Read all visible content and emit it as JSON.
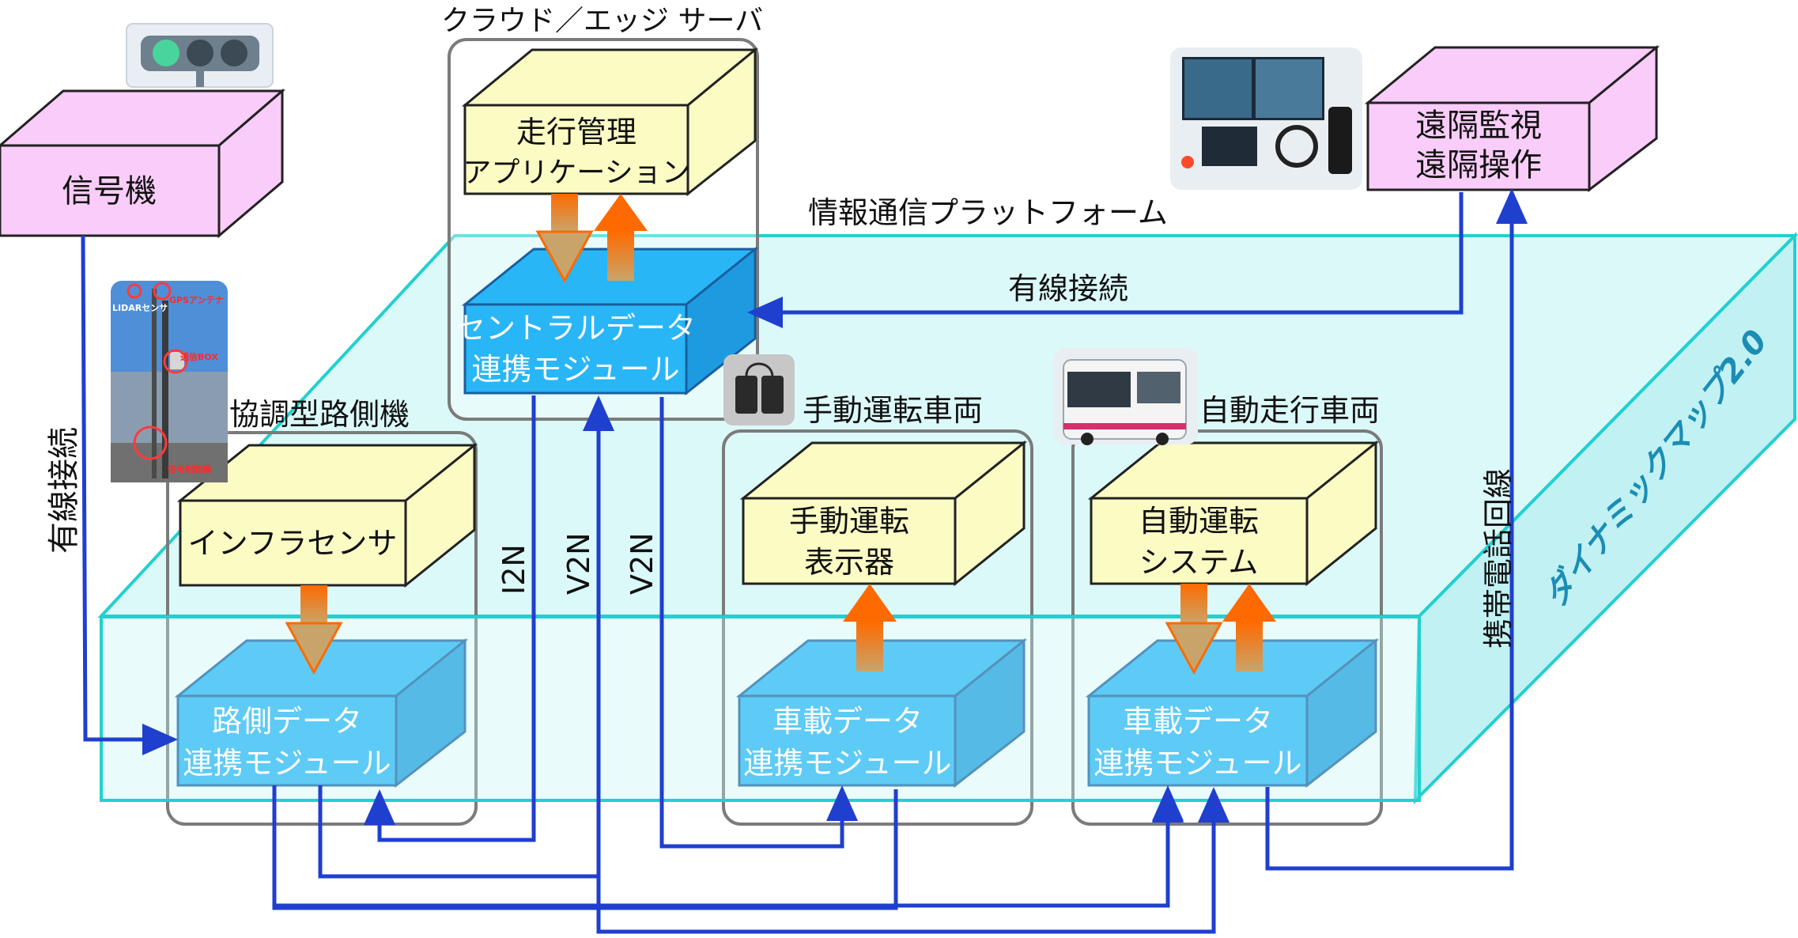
{
  "labels": {
    "cloud_server": "クラウド／エッジ サーバ",
    "platform": "情報通信プラットフォーム",
    "dynamic_map": "ダイナミックマップ2.0",
    "wired_left": "有線接続",
    "wired_top": "有線接続",
    "mobile": "携帯電話回線",
    "i2n": "I2N",
    "v2n_a": "V2N",
    "v2n_b": "V2N"
  },
  "boxes": {
    "signal": "信号機",
    "remote_l1": "遠隔監視",
    "remote_l2": "遠隔操作",
    "travel_mgmt_l1": "走行管理",
    "travel_mgmt_l2": "アプリケーション",
    "central_l1": "セントラルデータ",
    "central_l2": "連携モジュール",
    "infra_sensor": "インフラセンサ",
    "roadside_l1": "路側データ",
    "roadside_l2": "連携モジュール",
    "manual_disp_l1": "手動運転",
    "manual_disp_l2": "表示器",
    "manual_mod_l1": "車載データ",
    "manual_mod_l2": "連携モジュール",
    "auto_sys_l1": "自動運転",
    "auto_sys_l2": "システム",
    "auto_mod_l1": "車載データ",
    "auto_mod_l2": "連携モジュール"
  },
  "groups": {
    "roadside_unit": "協調型路側機",
    "manual_vehicle": "手動運転車両",
    "auto_vehicle": "自動走行車両"
  },
  "photo_annotations": {
    "lidar": "LIDARセンサ",
    "gps": "GPSアンテナ",
    "comm_box": "通信BOX",
    "signal_ctrl": "信号制御機"
  },
  "colors": {
    "pink": "#f9ccf9",
    "yellow": "#fbfbc4",
    "module_blue": "#29b6f6",
    "platform_cyan": "#bff4f4",
    "line_blue": "#1f3fcf",
    "arrow_orange": "#ff6a00",
    "arrow_tan": "#c9a46a",
    "group_border": "#7b7b7b"
  }
}
